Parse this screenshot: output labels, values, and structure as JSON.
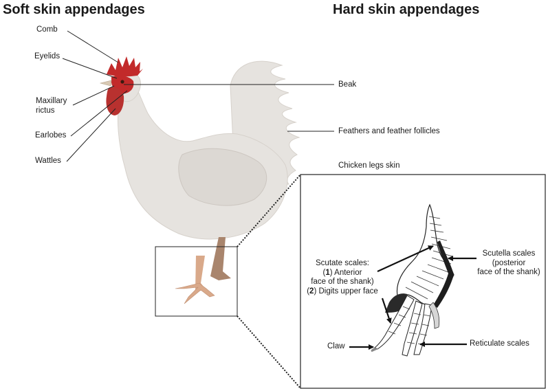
{
  "headings": {
    "soft": "Soft skin appendages",
    "hard": "Hard skin appendages"
  },
  "labels": {
    "comb": "Comb",
    "eyelids": "Eyelids",
    "maxillary_1": "Maxillary",
    "maxillary_2": "rictus",
    "earlobes": "Earlobes",
    "wattles": "Wattles",
    "beak": "Beak",
    "feathers": "Feathers and feather follicles",
    "legs_title": "Chicken legs skin",
    "scutate_1": "Scutate scales:",
    "scutate_2_num": "1",
    "scutate_2_text": ") Anterior",
    "scutate_3": "face of the shank)",
    "scutate_4_num": "2",
    "scutate_4_text": ") Digits upper face",
    "scutella_1": "Scutella scales",
    "scutella_2": "(posterior",
    "scutella_3": "face of the shank)",
    "claw": "Claw",
    "reticulate": "Reticulate scales"
  },
  "colors": {
    "body": "#e6e3df",
    "body_shade": "#d4cfc9",
    "comb_red": "#c22a2a",
    "wattle_red": "#b8312f",
    "leg_light": "#d9a98a",
    "leg_dark": "#a9856d",
    "line": "#222222"
  }
}
